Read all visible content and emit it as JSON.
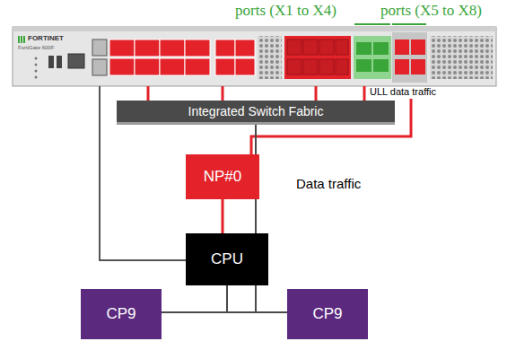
{
  "diagram": {
    "nodes": [
      {
        "text": [
          "Integrated Switch Fabric"
        ]
      },
      {
        "text": [
          "NP#0"
        ]
      },
      {
        "text": [
          "CPU"
        ]
      },
      {
        "text": [
          "CP9"
        ]
      },
      {
        "text": [
          "CP9"
        ]
      }
    ],
    "edges": [
      {
        "from": 0,
        "to": 1,
        "arrow": "none"
      },
      {
        "from": 1,
        "to": 2,
        "arrow": "none"
      },
      {
        "from": 2,
        "to": 3,
        "arrow": "none"
      },
      {
        "from": 2,
        "to": 4,
        "arrow": "none"
      }
    ],
    "labels": [
      "ports (X1 to X4)",
      "ports (X5 to X8)",
      "FORTINET",
      "FortiGate 600F",
      "ULL data traffic",
      "Data traffic"
    ]
  }
}
